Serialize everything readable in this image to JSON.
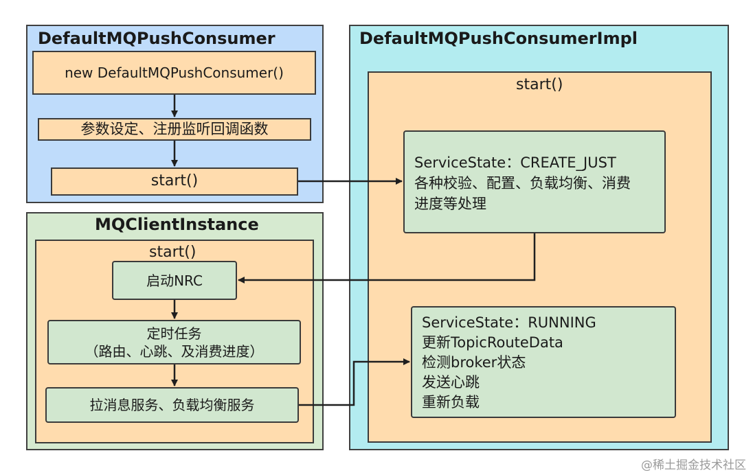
{
  "push_consumer": {
    "title": "DefaultMQPushConsumer",
    "steps": [
      "new DefaultMQPushConsumer()",
      "参数设定、注册监听回调函数",
      "start()"
    ]
  },
  "consumer_impl": {
    "title": "DefaultMQPushConsumerImpl",
    "start_label": "start()",
    "create_just": [
      "ServiceState：CREATE_JUST",
      "各种校验、配置、负载均衡、消费",
      "进度等处理"
    ],
    "running": [
      "ServiceState：RUNNING",
      "更新TopicRouteData",
      "检测broker状态",
      "发送心跳",
      "重新负载"
    ]
  },
  "client_instance": {
    "title": "MQClientInstance",
    "start_label": "start()",
    "steps": [
      "启动NRC",
      "定时任务",
      "（路由、心跳、及消费进度）",
      "拉消息服务、负载均衡服务"
    ]
  },
  "watermark": "@稀土掘金技术社区",
  "colors": {
    "blue_panel": "#bfdcfb",
    "cyan_panel": "#b3ecf0",
    "green_panel": "#d6ead0",
    "orange_box": "#ffdcae",
    "green_box": "#d1e7cf"
  }
}
